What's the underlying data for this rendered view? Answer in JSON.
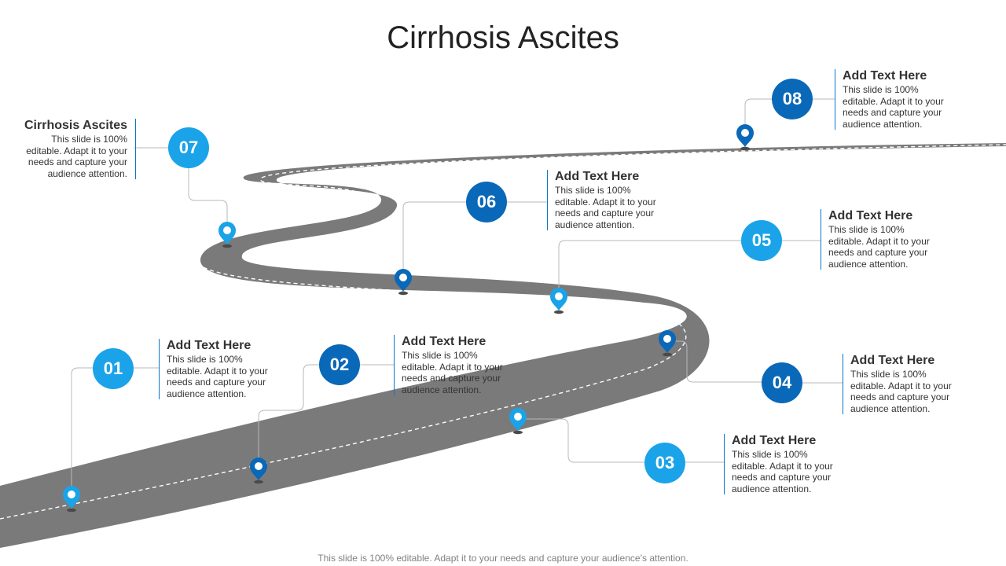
{
  "title": "Cirrhosis Ascites",
  "footer": "This slide is 100% editable. Adapt it to your needs and capture your audience’s attention.",
  "colors": {
    "road": "#7a7a7a",
    "light_blue": "#1aa3e8",
    "dark_blue": "#0a68b8",
    "connector": "#b8b8b8"
  },
  "steps": [
    {
      "number": "01",
      "heading": "Add Text Here",
      "body": "This slide is 100% editable. Adapt it to your needs and capture your audience attention."
    },
    {
      "number": "02",
      "heading": "Add Text Here",
      "body": "This slide is 100% editable. Adapt it to your needs and capture your audience attention."
    },
    {
      "number": "03",
      "heading": "Add Text Here",
      "body": "This slide is 100% editable. Adapt it to your needs and capture your audience attention."
    },
    {
      "number": "04",
      "heading": "Add Text Here",
      "body": "This slide is 100% editable. Adapt it to your needs and capture your audience attention."
    },
    {
      "number": "05",
      "heading": "Add Text Here",
      "body": "This slide is 100% editable. Adapt it to your needs and capture your audience attention."
    },
    {
      "number": "06",
      "heading": "Add Text Here",
      "body": "This slide is 100% editable. Adapt it to your needs and capture your audience attention."
    },
    {
      "number": "07",
      "heading": "Cirrhosis Ascites",
      "body": "This slide is 100% editable. Adapt it to your needs and capture your audience attention."
    },
    {
      "number": "08",
      "heading": "Add Text Here",
      "body": "This slide is 100% editable. Adapt it to your needs and capture your audience attention."
    }
  ]
}
